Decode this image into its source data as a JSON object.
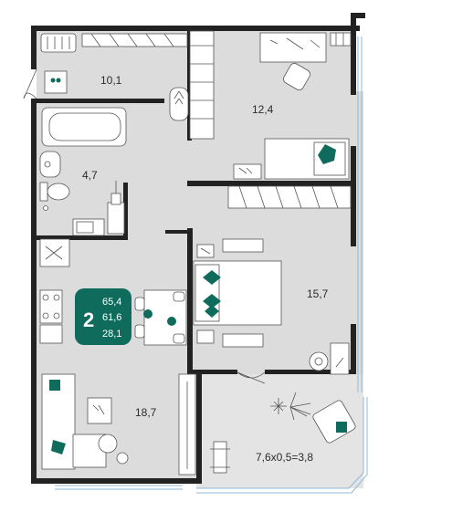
{
  "colors": {
    "accent": "#0f6b5c",
    "floor": "#dcdcdc",
    "wall": "#222222",
    "window": "#8fb9d8"
  },
  "badge": {
    "rooms": "2",
    "total_area": "65,4",
    "living_area": "61,6",
    "kitchen_area": "28,1"
  },
  "rooms": {
    "bathroom": "10,1",
    "bedroom_small": "12,4",
    "wc": "4,7",
    "bedroom_master": "15,7",
    "living_kitchen": "18,7",
    "balcony": "7,6х0,5=3,8"
  },
  "icons": [
    "bathtub-icon",
    "toilet-icon",
    "sink-icon",
    "washing-machine-icon",
    "stove-icon",
    "bed-icon",
    "armchair-icon",
    "desk-icon",
    "plant-icon",
    "sofa-icon",
    "dining-table-icon",
    "exercise-bike-icon",
    "lamp-icon"
  ]
}
